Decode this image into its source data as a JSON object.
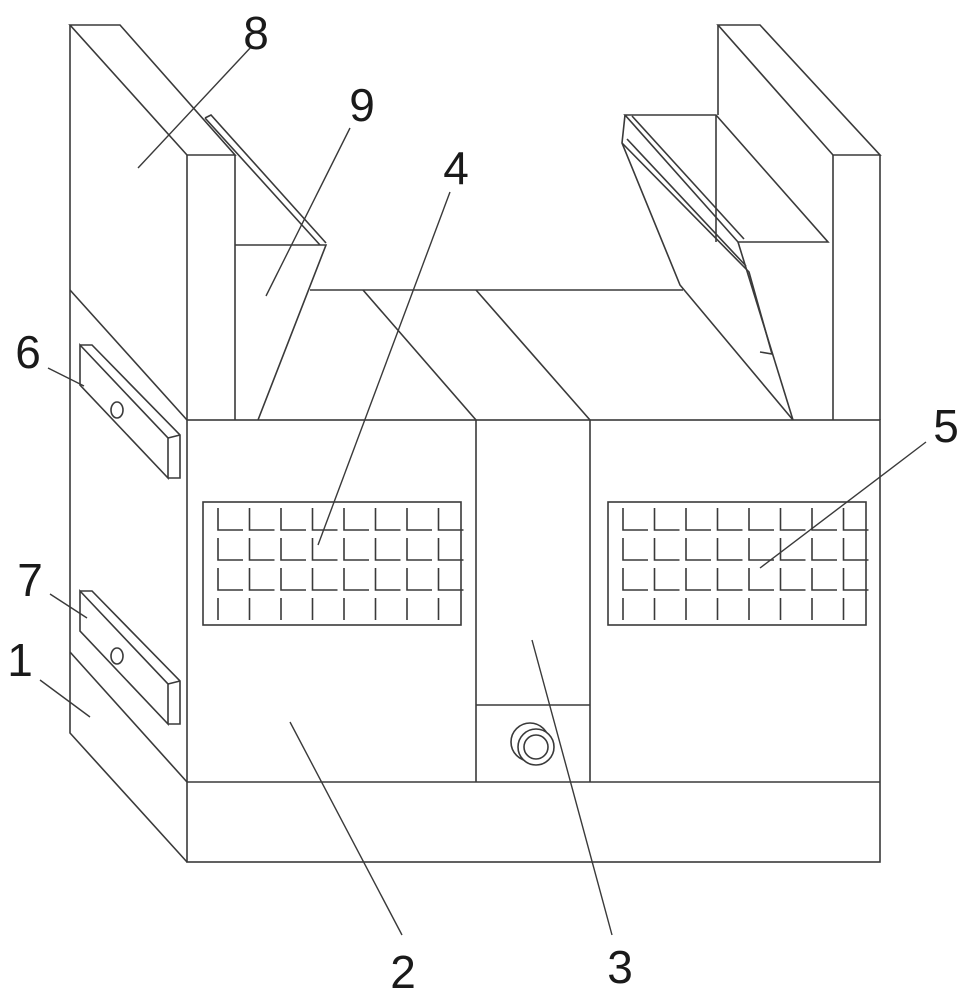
{
  "figure": {
    "callouts": [
      "1",
      "2",
      "3",
      "4",
      "5",
      "6",
      "7",
      "8",
      "9"
    ]
  },
  "style": {
    "line_color": "#3a3a3a",
    "background": "#ffffff"
  }
}
